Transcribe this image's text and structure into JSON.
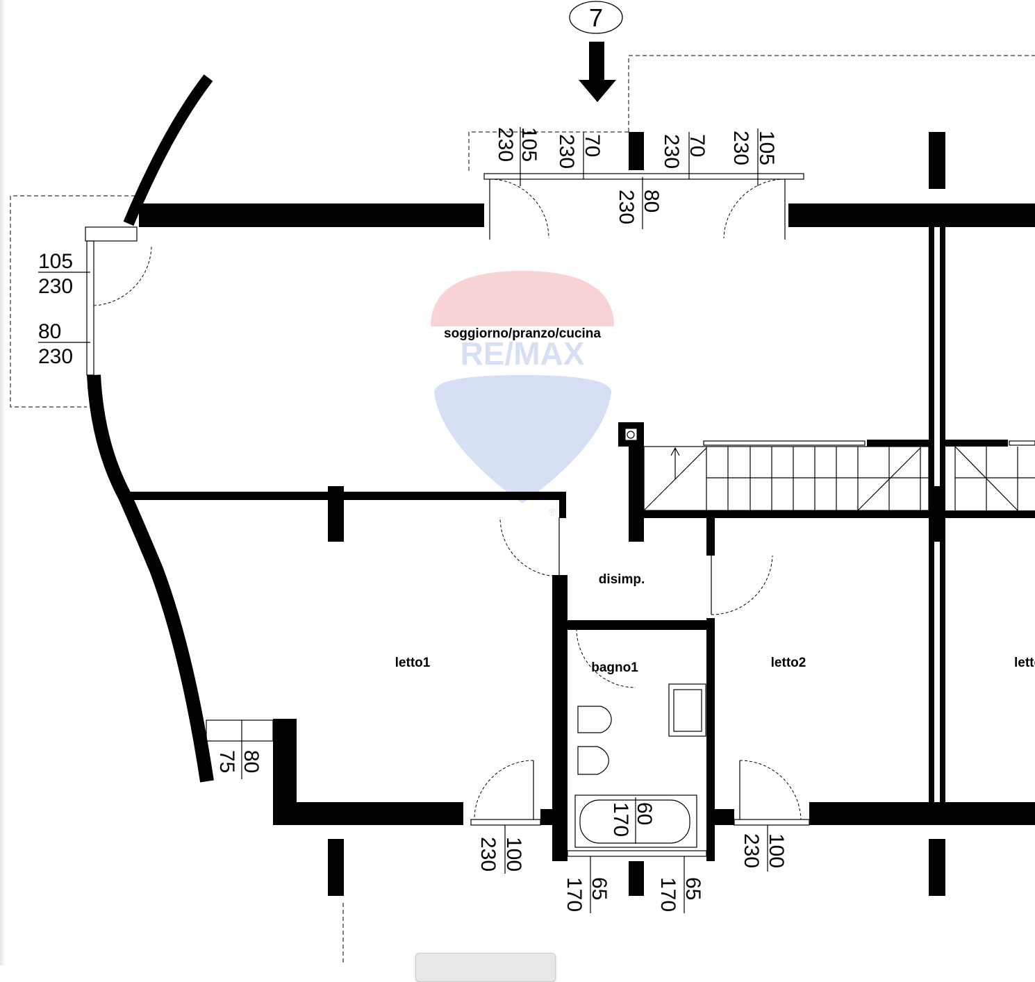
{
  "section_marker": "7",
  "watermark": {
    "logo": "RE/MAX",
    "registered": "®",
    "colors": {
      "top": "#e8636b",
      "bottom": "#6f8fd6"
    }
  },
  "rooms": {
    "living": "soggiorno/pranzo/cucina",
    "hall": "disimp.",
    "bed1": "letto1",
    "bath1": "bagno1",
    "bed2": "letto2",
    "bed3": "letto"
  },
  "openings": {
    "top_win1": [
      "230",
      "105"
    ],
    "top_win2": [
      "230",
      "70"
    ],
    "top_door": [
      "230",
      "80"
    ],
    "top_win3": [
      "230",
      "70"
    ],
    "top_win4": [
      "230",
      "105"
    ],
    "left_door1": [
      "105",
      "230"
    ],
    "left_door2": [
      "80",
      "230"
    ],
    "bed1_win": [
      "75",
      "80"
    ],
    "bed1_door": [
      "230",
      "100"
    ],
    "bath_win1": [
      "170",
      "65"
    ],
    "bath_win2": [
      "170",
      "65"
    ],
    "bathtub": [
      "170",
      "60"
    ],
    "bed2_door": [
      "230",
      "100"
    ]
  }
}
